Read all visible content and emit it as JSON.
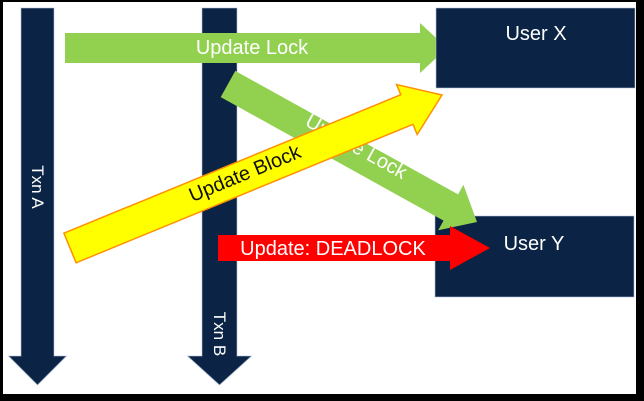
{
  "colors": {
    "background": "#ffffff",
    "frame": "#000000",
    "navy": "#0b2344",
    "navy_outline": "#b3c2d9",
    "green": "#92d050",
    "yellow": "#ffff00",
    "yellow_outline": "#ff9000",
    "red": "#ff0000",
    "label_light": "#ffffff",
    "label_dark": "#111111"
  },
  "transactions": [
    {
      "label": "Txn A"
    },
    {
      "label": "Txn B"
    }
  ],
  "users": [
    {
      "label": "User X"
    },
    {
      "label": "User Y"
    }
  ],
  "arrows": [
    {
      "label": "Update Lock",
      "color": "green"
    },
    {
      "label": "Update Lock",
      "color": "green"
    },
    {
      "label": "Update Block",
      "color": "yellow"
    },
    {
      "label": "Update: DEADLOCK",
      "color": "red"
    }
  ]
}
